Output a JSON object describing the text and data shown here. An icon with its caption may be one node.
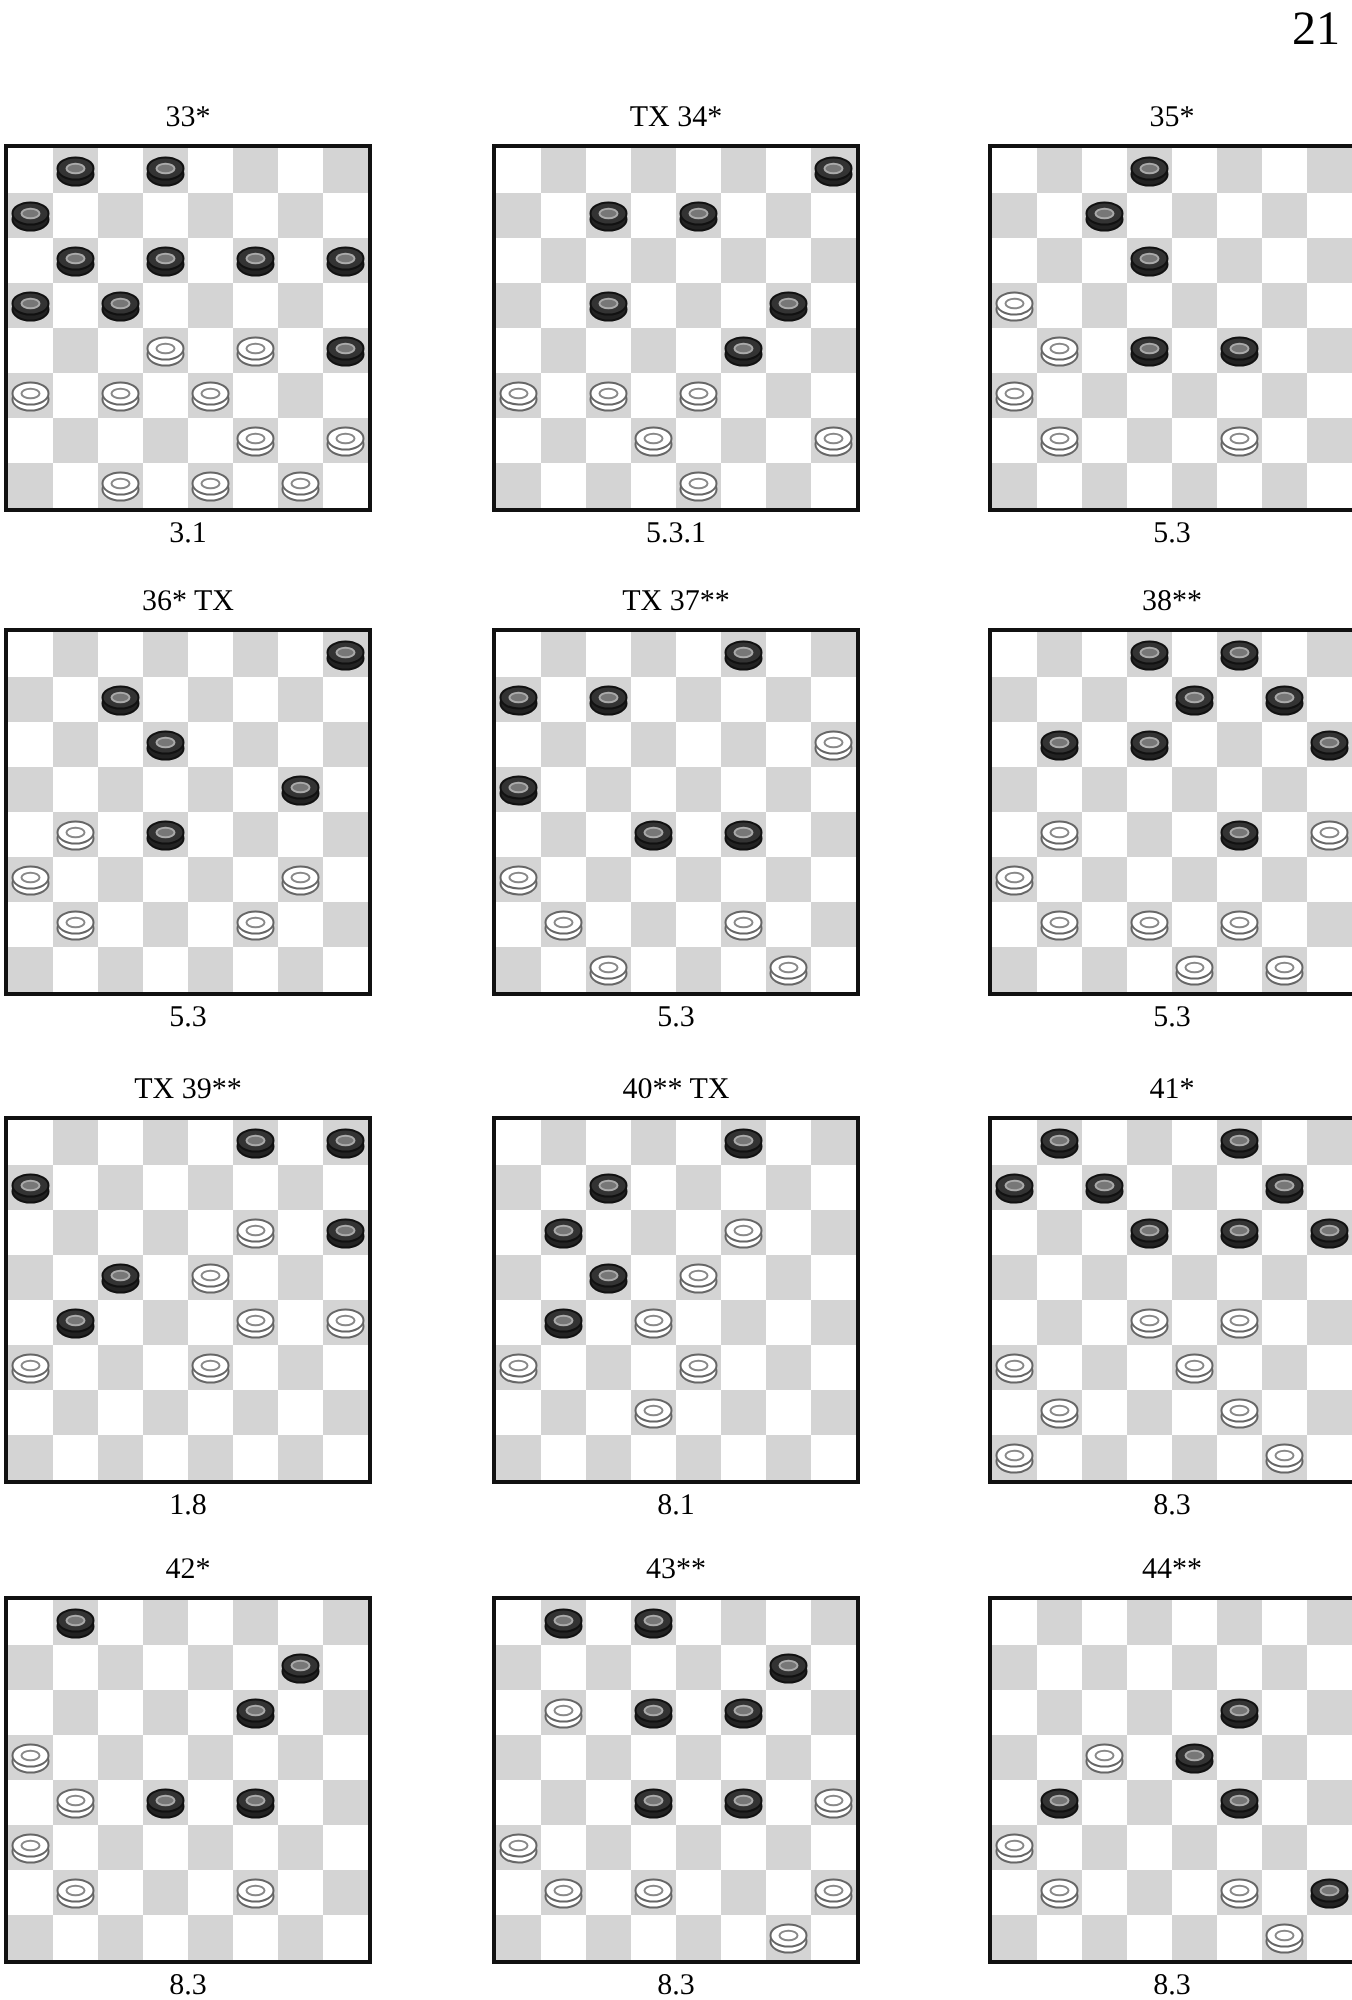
{
  "diagram": {
    "nodes": [
      {
        "text": [
          "33*"
        ],
        "beside": [
          "3.1"
        ]
      },
      {
        "text": [
          "TX 34*"
        ],
        "beside": [
          "5.3.1"
        ]
      },
      {
        "text": [
          "35*"
        ],
        "beside": [
          "5.3"
        ]
      },
      {
        "text": [
          "36* TX"
        ],
        "beside": [
          "5.3"
        ]
      },
      {
        "text": [
          "TX 37**"
        ],
        "beside": [
          "5.3"
        ]
      },
      {
        "text": [
          "38**"
        ],
        "beside": [
          "5.3"
        ]
      },
      {
        "text": [
          "TX 39**"
        ],
        "beside": [
          "1.8"
        ]
      },
      {
        "text": [
          "40** TX"
        ],
        "beside": [
          "8.1"
        ]
      },
      {
        "text": [
          "41*"
        ],
        "beside": [
          "8.3"
        ]
      },
      {
        "text": [
          "42*"
        ],
        "beside": [
          "8.3"
        ]
      },
      {
        "text": [
          "43**"
        ],
        "beside": [
          "8.3"
        ]
      },
      {
        "text": [
          "44**"
        ],
        "beside": [
          "8.3"
        ]
      }
    ],
    "labels": [
      "21"
    ]
  }
}
